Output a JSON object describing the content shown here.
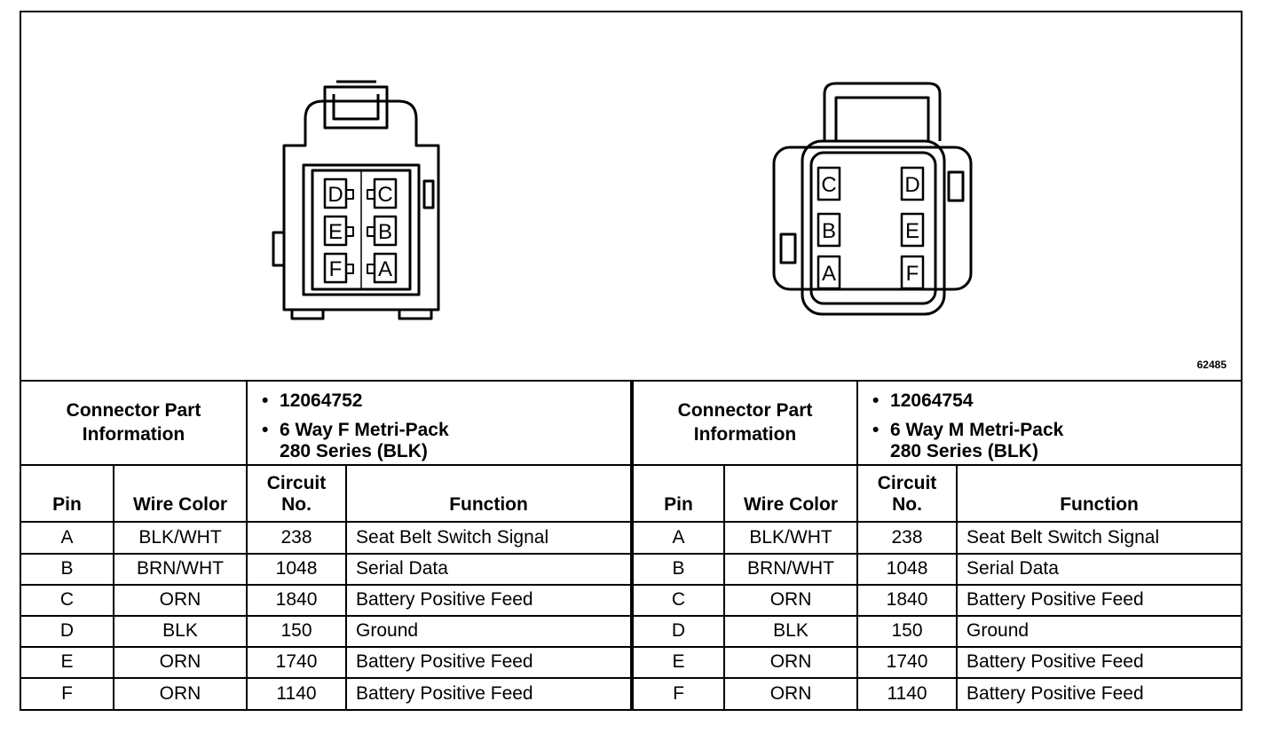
{
  "figure_id": "62485",
  "connectors": [
    {
      "header_label": "Connector Part Information",
      "part_number": "12064752",
      "description_line1": "6 Way F Metri-Pack",
      "description_line2": "280 Series (BLK)",
      "pin_labels": [
        "D",
        "C",
        "E",
        "B",
        "F",
        "A"
      ]
    },
    {
      "header_label": "Connector Part Information",
      "part_number": "12064754",
      "description_line1": "6 Way M Metri-Pack",
      "description_line2": "280 Series (BLK)",
      "pin_labels": [
        "C",
        "D",
        "B",
        "E",
        "A",
        "F"
      ]
    }
  ],
  "columns": {
    "pin": "Pin",
    "wire_color": "Wire Color",
    "circuit_line1": "Circuit",
    "circuit_line2": "No.",
    "function": "Function"
  },
  "rows": [
    {
      "pin": "A",
      "wire": "BLK/WHT",
      "circuit": "238",
      "function": "Seat Belt Switch Signal"
    },
    {
      "pin": "B",
      "wire": "BRN/WHT",
      "circuit": "1048",
      "function": "Serial Data"
    },
    {
      "pin": "C",
      "wire": "ORN",
      "circuit": "1840",
      "function": "Battery Positive Feed"
    },
    {
      "pin": "D",
      "wire": "BLK",
      "circuit": "150",
      "function": "Ground"
    },
    {
      "pin": "E",
      "wire": "ORN",
      "circuit": "1740",
      "function": "Battery Positive Feed"
    },
    {
      "pin": "F",
      "wire": "ORN",
      "circuit": "1140",
      "function": "Battery Positive Feed"
    }
  ]
}
